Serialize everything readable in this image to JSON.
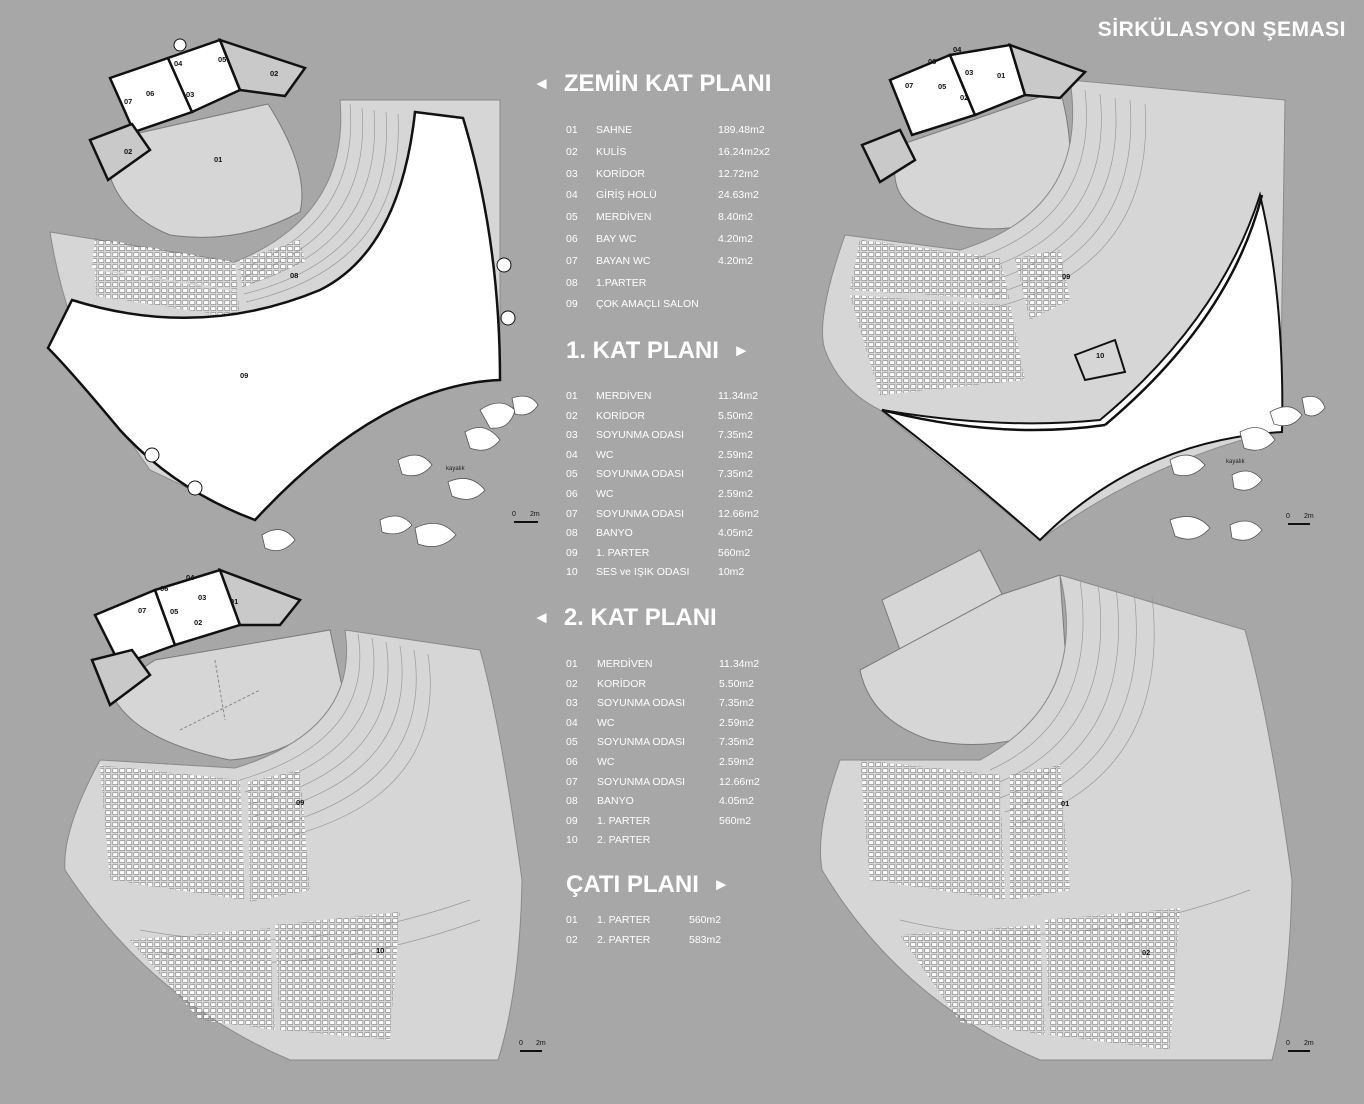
{
  "title": "SİRKÜLASYON ŞEMASI",
  "sections": [
    {
      "heading": "ZEMİN KAT PLANI",
      "arrow": "◄",
      "rows": [
        {
          "num": "01",
          "name": "SAHNE",
          "area": "189.48m2"
        },
        {
          "num": "02",
          "name": "KULİS",
          "area": "16.24m2x2"
        },
        {
          "num": "03",
          "name": "KORİDOR",
          "area": "12.72m2"
        },
        {
          "num": "04",
          "name": "GİRİŞ HOLÜ",
          "area": "24.63m2"
        },
        {
          "num": "05",
          "name": "MERDİVEN",
          "area": "8.40m2"
        },
        {
          "num": "06",
          "name": "BAY WC",
          "area": "4.20m2"
        },
        {
          "num": "07",
          "name": "BAYAN WC",
          "area": "4.20m2"
        },
        {
          "num": "08",
          "name": "1.PARTER",
          "area": ""
        },
        {
          "num": "09",
          "name": "ÇOK AMAÇLI SALON",
          "area": ""
        }
      ]
    },
    {
      "heading": "1. KAT PLANI",
      "arrow": "►",
      "rows": [
        {
          "num": "01",
          "name": "MERDİVEN",
          "area": "11.34m2"
        },
        {
          "num": "02",
          "name": "KORİDOR",
          "area": "5.50m2"
        },
        {
          "num": "03",
          "name": "SOYUNMA ODASI",
          "area": "7.35m2"
        },
        {
          "num": "04",
          "name": "WC",
          "area": "2.59m2"
        },
        {
          "num": "05",
          "name": "SOYUNMA ODASI",
          "area": "7.35m2"
        },
        {
          "num": "06",
          "name": "WC",
          "area": "2.59m2"
        },
        {
          "num": "07",
          "name": "SOYUNMA ODASI",
          "area": "12.66m2"
        },
        {
          "num": "08",
          "name": "BANYO",
          "area": "4.05m2"
        },
        {
          "num": "09",
          "name": "1. PARTER",
          "area": "560m2"
        },
        {
          "num": "10",
          "name": "SES ve IŞIK ODASI",
          "area": "10m2"
        }
      ]
    },
    {
      "heading": "2. KAT PLANI",
      "arrow": "◄",
      "rows": [
        {
          "num": "01",
          "name": "MERDİVEN",
          "area": "11.34m2"
        },
        {
          "num": "02",
          "name": "KORİDOR",
          "area": "5.50m2"
        },
        {
          "num": "03",
          "name": "SOYUNMA ODASI",
          "area": "7.35m2"
        },
        {
          "num": "04",
          "name": "WC",
          "area": "2.59m2"
        },
        {
          "num": "05",
          "name": "SOYUNMA ODASI",
          "area": "7.35m2"
        },
        {
          "num": "06",
          "name": "WC",
          "area": "2.59m2"
        },
        {
          "num": "07",
          "name": "SOYUNMA ODASI",
          "area": "12.66m2"
        },
        {
          "num": "08",
          "name": "BANYO",
          "area": "4.05m2"
        },
        {
          "num": "09",
          "name": "1. PARTER",
          "area": "560m2"
        },
        {
          "num": "10",
          "name": "2. PARTER",
          "area": ""
        }
      ]
    },
    {
      "heading": "ÇATI PLANI",
      "arrow": "►",
      "rows": [
        {
          "num": "01",
          "name": "1. PARTER",
          "area": "560m2"
        },
        {
          "num": "02",
          "name": "2. PARTER",
          "area": "583m2"
        }
      ]
    }
  ],
  "plans": {
    "ground": {
      "room_labels": [
        "04",
        "05",
        "02",
        "07",
        "06",
        "03",
        "02",
        "01",
        "08",
        "09"
      ],
      "rock_label": "kayalık"
    },
    "first": {
      "room_labels": [
        "06",
        "04",
        "07",
        "03",
        "01",
        "05",
        "02",
        "09",
        "10"
      ],
      "rock_label": "kayalık"
    },
    "second": {
      "room_labels": [
        "06",
        "04",
        "07",
        "03",
        "01",
        "05",
        "02",
        "09",
        "10"
      ]
    },
    "roof": {
      "room_labels": [
        "01",
        "02"
      ]
    }
  },
  "scale_bar": {
    "zero": "0",
    "length": "2m"
  },
  "colors": {
    "background": "#a7a7a7",
    "floor": "#d6d6d6",
    "open_hall": "#ffffff",
    "wall": "#111111"
  }
}
